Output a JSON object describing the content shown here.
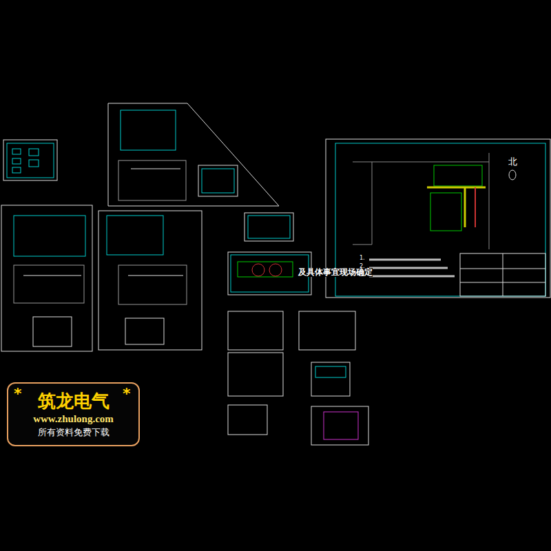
{
  "diagram": {
    "nodes": [
      {
        "text": [
          "筑龙电气",
          "www.zhulong.com",
          "所有资料免费下载"
        ]
      }
    ],
    "edges": [],
    "labels": [
      "*",
      "*",
      "及具体事宜现场确定",
      "北",
      "1.",
      "2.",
      "3."
    ]
  }
}
